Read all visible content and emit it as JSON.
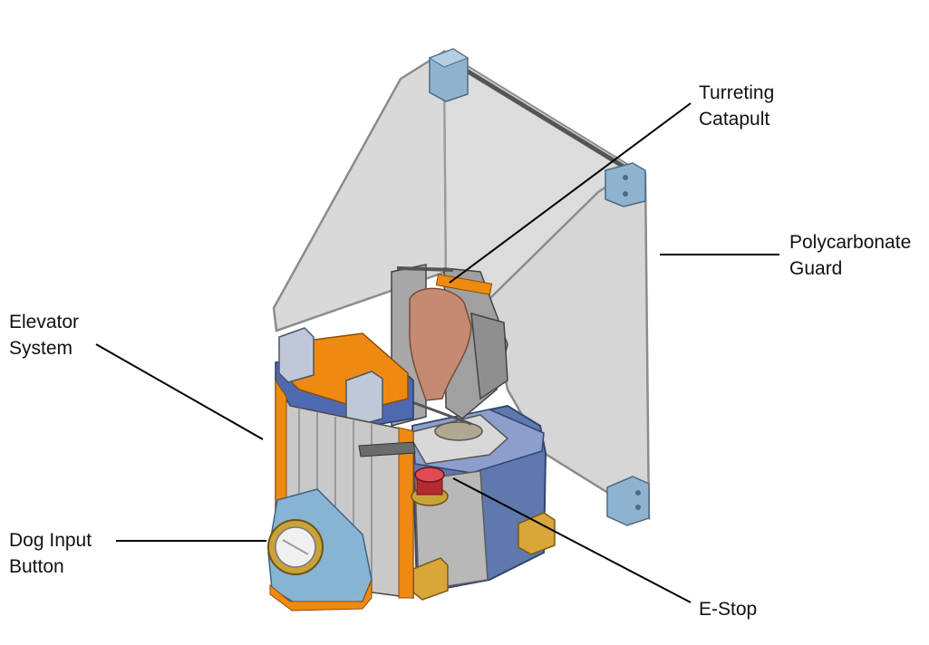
{
  "labels": {
    "turreting_catapult": [
      "Turreting",
      "Catapult"
    ],
    "polycarbonate_guard": [
      "Polycarbonate",
      "Guard"
    ],
    "elevator_system": [
      "Elevator",
      "System"
    ],
    "dog_input_button": [
      "Dog Input",
      "Button"
    ],
    "e_stop": [
      "E-Stop"
    ]
  },
  "colors": {
    "guard_panel": "#d4d4d4",
    "guard_edge": "#8c8c8c",
    "bracket_blue": "#8fb3cf",
    "base_blue": "#5f78ad",
    "accent_orange": "#ee8a12",
    "bracket_tan": "#d9a63a",
    "estop_red": "#d9363e",
    "button_blue": "#88b4d4",
    "belt_brown": "#c58a72",
    "metal_grey": "#a8a8a8",
    "leader_line": "#000000"
  }
}
